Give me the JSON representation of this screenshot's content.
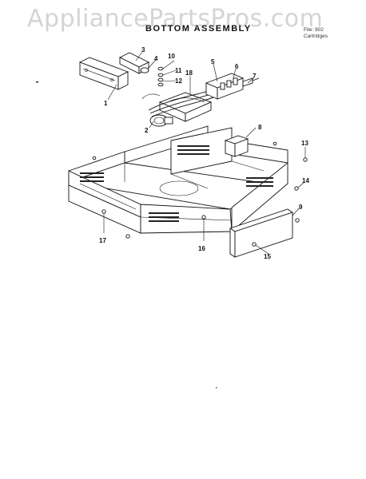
{
  "watermark": "AppliancePartsPros.com",
  "title": "BOTTOM ASSEMBLY",
  "file_info": {
    "line1": "File: 802",
    "line2": "Cartridges"
  },
  "callouts": [
    {
      "id": "c1",
      "label": "1"
    },
    {
      "id": "c2",
      "label": "2"
    },
    {
      "id": "c3",
      "label": "3"
    },
    {
      "id": "c4",
      "label": "4"
    },
    {
      "id": "c5",
      "label": "5"
    },
    {
      "id": "c6",
      "label": "6"
    },
    {
      "id": "c7",
      "label": "7"
    },
    {
      "id": "c8",
      "label": "8"
    },
    {
      "id": "c9",
      "label": "9"
    },
    {
      "id": "c10",
      "label": "10"
    },
    {
      "id": "c11",
      "label": "11"
    },
    {
      "id": "c12",
      "label": "12"
    },
    {
      "id": "c13",
      "label": "13"
    },
    {
      "id": "c14",
      "label": "14"
    },
    {
      "id": "c15",
      "label": "15"
    },
    {
      "id": "c16",
      "label": "16"
    },
    {
      "id": "c17",
      "label": "17"
    },
    {
      "id": "c18",
      "label": "18"
    }
  ]
}
